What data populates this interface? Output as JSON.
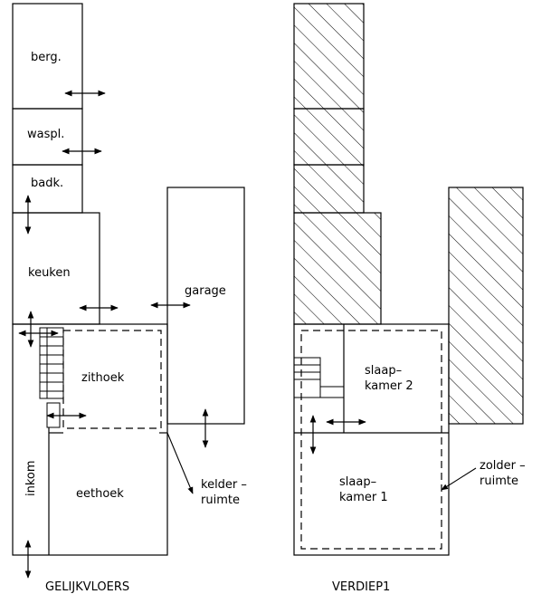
{
  "ground_floor": {
    "caption": "GELIJKVLOERS",
    "rooms": {
      "berg": "berg.",
      "waspl": "waspl.",
      "badk": "badk.",
      "keuken": "keuken",
      "garage": "garage",
      "zithoek": "zithoek",
      "inkom": "inkom",
      "eethoek": "eethoek"
    },
    "annotation": {
      "line1": "kelder –",
      "line2": "ruimte"
    }
  },
  "upper_floor": {
    "caption": "VERDIEP1",
    "rooms": {
      "slaapkamer2_line1": "slaap–",
      "slaapkamer2_line2": "kamer  2",
      "slaapkamer1_line1": "slaap–",
      "slaapkamer1_line2": "kamer  1"
    },
    "annotation": {
      "line1": "zolder –",
      "line2": "ruimte"
    }
  }
}
